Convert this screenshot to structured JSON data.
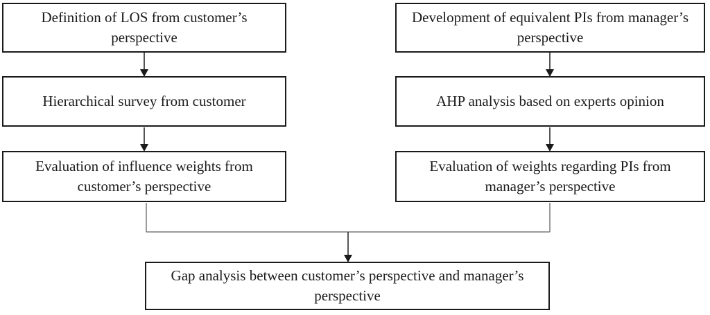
{
  "flowchart": {
    "columns": {
      "customer": [
        {
          "label": "Definition of LOS from customer’s perspective"
        },
        {
          "label": "Hierarchical survey from customer"
        },
        {
          "label": "Evaluation of influence weights from customer’s perspective"
        }
      ],
      "manager": [
        {
          "label": "Development of equivalent PIs from manager’s perspective"
        },
        {
          "label": "AHP analysis based on experts opinion"
        },
        {
          "label": "Evaluation of weights regarding PIs from manager’s perspective"
        }
      ]
    },
    "result": {
      "label": "Gap analysis between customer’s perspective and manager’s perspective"
    },
    "colors": {
      "background": "#ffffff",
      "box_border": "#1a1a1a",
      "text": "#1b1b1b",
      "step_arrow": "#2b2b2b",
      "merge_connector": "#7a7a7a"
    }
  }
}
